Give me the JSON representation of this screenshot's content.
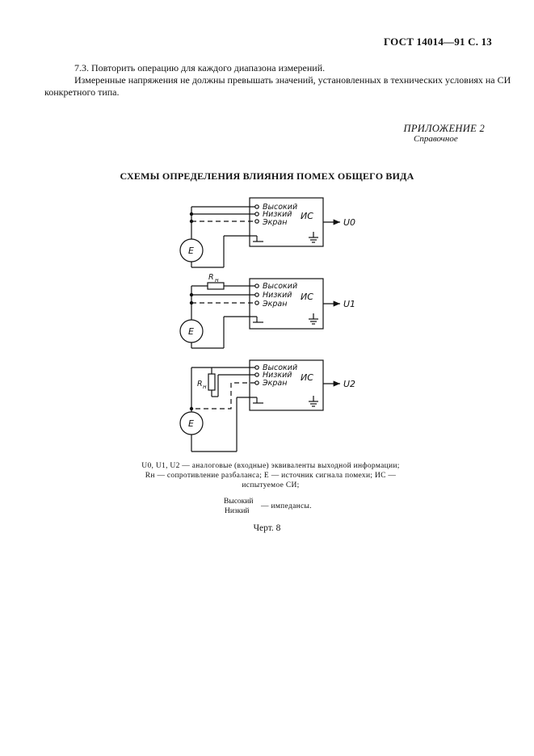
{
  "header": {
    "text": "ГОСТ 14014—91 С. 13"
  },
  "body_text": {
    "p1": "7.3. Повторить операцию для каждого диапазона измерений.",
    "p2": "Измеренные напряжения не должны превышать значений, установленных в технических условиях на СИ",
    "p3": "конкретного типа."
  },
  "appendix": {
    "title": "ПРИЛОЖЕНИЕ 2",
    "note": "Справочное"
  },
  "section_title": "СХЕМЫ ОПРЕДЕЛЕНИЯ ВЛИЯНИЯ ПОМЕХ ОБЩЕГО ВИДА",
  "diagrams": [
    {
      "terminals": [
        "Высокий",
        "Низкий",
        "Экран"
      ],
      "device": "ИС",
      "output": "U0",
      "source": "E"
    },
    {
      "terminals": [
        "Высокий",
        "Низкий",
        "Экран"
      ],
      "device": "ИС",
      "output": "U1",
      "source": "E",
      "resistor": "R",
      "resistor_sub": "н"
    },
    {
      "terminals": [
        "Высокий",
        "Низкий",
        "Экран"
      ],
      "device": "ИС",
      "output": "U2",
      "source": "E",
      "resistor": "R",
      "resistor_sub": "н"
    }
  ],
  "caption": {
    "line1": "U0, U1, U2 — аналоговые (входные) эквиваленты выходной информации;",
    "line2": "Rн — сопротивление разбаланса; E — источник сигнала помехи; ИС —",
    "line3": "испытуемое СИ;"
  },
  "impedance": {
    "high": "Высокий",
    "low": "Низкий",
    "text": "— импедансы."
  },
  "figure_label": "Черт. 8"
}
